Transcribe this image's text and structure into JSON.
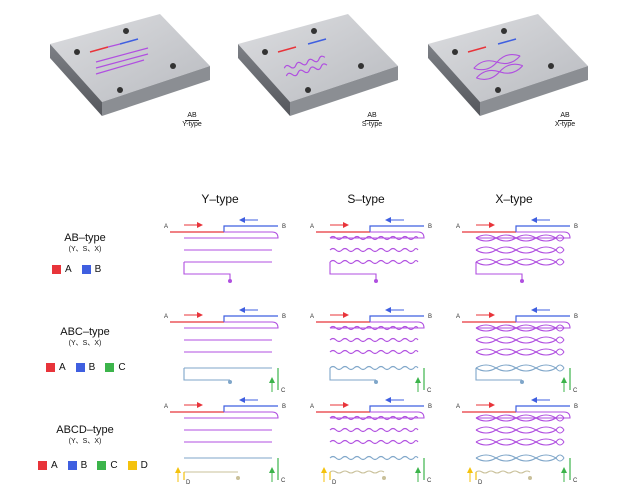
{
  "chips": [
    {
      "num": "AB",
      "den": "Y-type"
    },
    {
      "num": "AB",
      "den": "S-type"
    },
    {
      "num": "AB",
      "den": "X-type"
    }
  ],
  "columns": [
    "Y–type",
    "S–type",
    "X–type"
  ],
  "rows": [
    {
      "title": "AB–type",
      "sub": "(Y、S、X)",
      "legend": [
        "A",
        "B"
      ]
    },
    {
      "title": "ABC–type",
      "sub": "(Y、S、X)",
      "legend": [
        "A",
        "B",
        "C"
      ]
    },
    {
      "title": "ABCD–type",
      "sub": "(Y、S、X)",
      "legend": [
        "A",
        "B",
        "C",
        "D"
      ]
    }
  ],
  "port_labels": {
    "a": "A",
    "b": "B",
    "c": "C",
    "d": "D"
  },
  "colors": {
    "A": "#e8343a",
    "B": "#3f5fe0",
    "C": "#3cb44b",
    "D": "#f4c20d",
    "mix": "#b04fe0",
    "mix2": "#7fa6c9",
    "mix3": "#c9c09a"
  }
}
